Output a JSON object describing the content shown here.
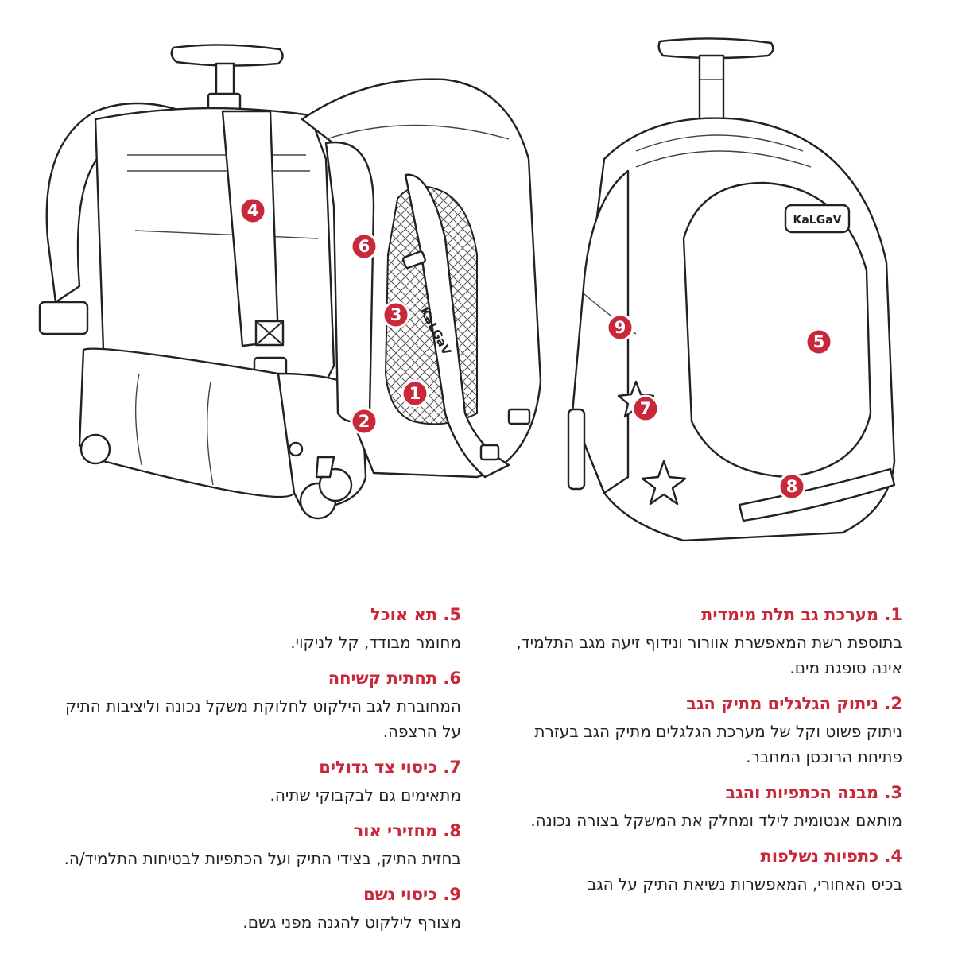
{
  "brand": {
    "logo_text": "KaLGaV",
    "strap_text": "KaLGaV",
    "accent_color": "#c8283a"
  },
  "markers": [
    "1",
    "2",
    "3",
    "4",
    "5",
    "6",
    "7",
    "8",
    "9"
  ],
  "features_right": [
    {
      "title": "1. מערכת גב תלת מימדית",
      "description": "בתוספת רשת המאפשרת אוורור ונידוף זיעה מגב התלמיד, אינה סופגת מים."
    },
    {
      "title": "2. ניתוק הגלגלים מתיק הגב",
      "description": "ניתוק פשוט וקל של מערכת הגלגלים מתיק הגב בעזרת פתיחת הרוכסן המחבר."
    },
    {
      "title": "3. מבנה הכתפיות והגב",
      "description": "מותאם אנטומית לילד ומחלק את המשקל בצורה נכונה."
    },
    {
      "title": "4. כתפיות נשלפות",
      "description": "בכיס האחורי, המאפשרות נשיאת התיק על הגב"
    }
  ],
  "features_left": [
    {
      "title": "5. תא אוכל",
      "description": "מחומר מבודד, קל לניקוי."
    },
    {
      "title": "6. תחתית קשיחה",
      "description": "המחוברת לגב הילקוט לחלוקת משקל נכונה וליציבות התיק על הרצפה."
    },
    {
      "title": "7. כיסוי צד גדולים",
      "description": "מתאימים גם לבקבוקי שתיה."
    },
    {
      "title": "8. מחזירי אור",
      "description": "בחזית התיק, בצידי התיק ועל הכתפיות לבטיחות התלמיד/ה."
    },
    {
      "title": "9. כיסוי גשם",
      "description": "מצורף לילקוט להגנה מפני גשם."
    }
  ]
}
